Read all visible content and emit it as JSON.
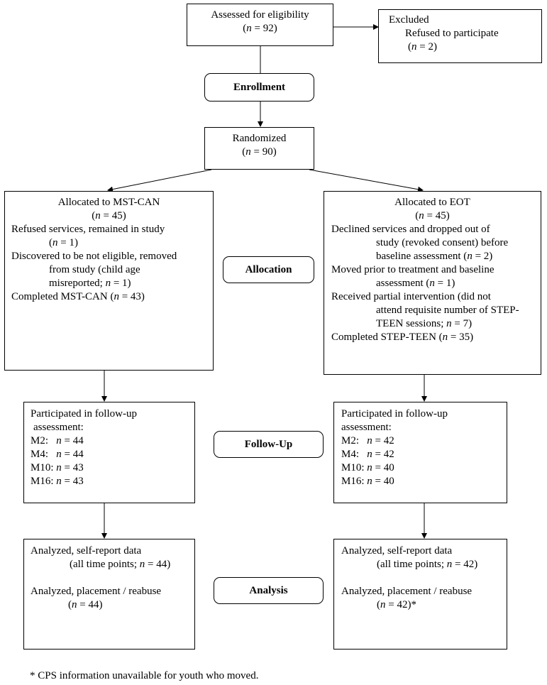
{
  "assessed": {
    "title": "Assessed for eligibility",
    "n": "(n = 92)"
  },
  "excluded": {
    "title": "Excluded",
    "reason": "Refused to participate",
    "n": "(n = 2)"
  },
  "stages": {
    "enrollment": "Enrollment",
    "allocation": "Allocation",
    "followup": "Follow-Up",
    "analysis": "Analysis"
  },
  "randomized": {
    "title": "Randomized",
    "n": "(n = 90)"
  },
  "mst_alloc": {
    "title": "Allocated to MST-CAN",
    "n": "(n = 45)",
    "l1": "Refused services, remained in study",
    "l2": "(n = 1)",
    "l3": "Discovered to be not eligible, removed",
    "l4": "from study (child age",
    "l5": "misreported; n = 1)",
    "l6": "Completed MST-CAN (n = 43)"
  },
  "eot_alloc": {
    "title": "Allocated to EOT",
    "n": "(n = 45)",
    "l1": "Declined services and dropped out of",
    "l2": "study (revoked consent) before",
    "l3": "baseline assessment (n = 2)",
    "l4": "Moved prior to treatment and baseline",
    "l5": "assessment (n = 1)",
    "l6": "Received partial intervention (did not",
    "l7": "attend requisite number of STEP-",
    "l8": "TEEN sessions; n = 7)",
    "l9": "Completed STEP-TEEN (n = 35)"
  },
  "mst_followup": {
    "l1": "Participated in follow-up",
    "l2": "assessment:",
    "m2": "M2:   n = 44",
    "m4": "M4:   n = 44",
    "m10": "M10: n = 43",
    "m16": "M16: n = 43"
  },
  "eot_followup": {
    "l1": "Participated in follow-up",
    "l2": "assessment:",
    "m2": "M2:   n = 42",
    "m4": "M4:   n = 42",
    "m10": "M10: n = 40",
    "m16": "M16: n = 40"
  },
  "mst_analysis": {
    "l1": "Analyzed, self-report data",
    "l2": "(all time points; n = 44)",
    "l3": "Analyzed, placement / reabuse",
    "l4": "(n = 44)"
  },
  "eot_analysis": {
    "l1": "Analyzed, self-report data",
    "l2": "(all time points; n = 42)",
    "l3": "Analyzed, placement / reabuse",
    "l4": "(n = 42)*"
  },
  "footnote": "* CPS information unavailable for youth who moved."
}
